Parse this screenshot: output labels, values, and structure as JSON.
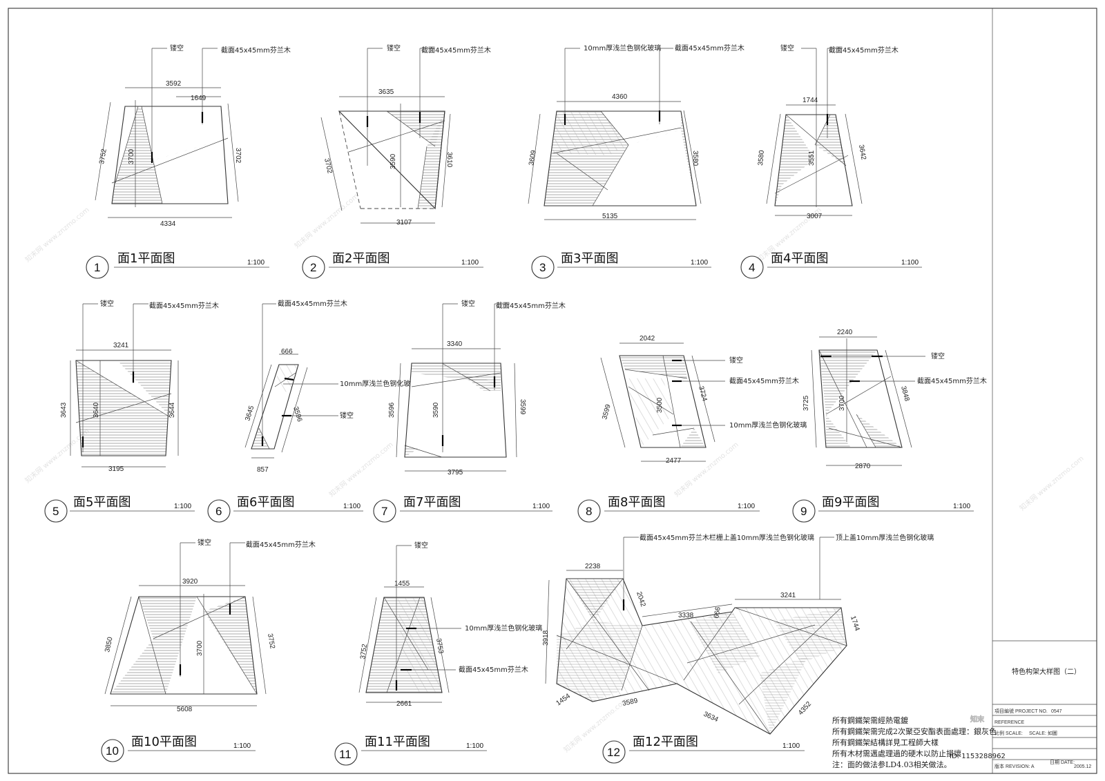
{
  "frame": {
    "title_block": {
      "drawing_title": "特色构架大样图（二）",
      "logo": "知末",
      "id_text": "ID: 1153288962",
      "project_label": "項目編號 PROJECT NO.",
      "project_no": "0547",
      "reference_label": "REFERENCE",
      "scale_label": "比例 SCALE:",
      "scale_value": "SCALE: 如圖",
      "revision_label": "版本 REVISION: A",
      "date_label": "日期 DATE:",
      "date_value": "2005.12"
    }
  },
  "panels": [
    {
      "num": "1",
      "title": "面1平面图",
      "scale": "1:100",
      "labels": [
        "镂空",
        "截面45x45mm芬兰木"
      ],
      "dims": [
        "3592",
        "1649",
        "3752",
        "3700",
        "3702",
        "4334"
      ]
    },
    {
      "num": "2",
      "title": "面2平面图",
      "scale": "1:100",
      "labels": [
        "镂空",
        "截面45x45mm芬兰木"
      ],
      "dims": [
        "3635",
        "3702",
        "3590",
        "3610",
        "3107"
      ]
    },
    {
      "num": "3",
      "title": "面3平面图",
      "scale": "1:100",
      "labels": [
        "10mm厚浅兰色钢化玻璃",
        "截面45x45mm芬兰木"
      ],
      "dims": [
        "4360",
        "3609",
        "3580",
        "5135"
      ]
    },
    {
      "num": "4",
      "title": "面4平面图",
      "scale": "1:100",
      "labels": [
        "镂空",
        "截面45x45mm芬兰木"
      ],
      "dims": [
        "1744",
        "3580",
        "3551",
        "3642",
        "3007"
      ]
    },
    {
      "num": "5",
      "title": "面5平面图",
      "scale": "1:100",
      "labels": [
        "镂空",
        "截面45x45mm芬兰木"
      ],
      "dims": [
        "3241",
        "3643",
        "3640",
        "3644",
        "3195"
      ]
    },
    {
      "num": "6",
      "title": "面6平面图",
      "scale": "1:100",
      "labels": [
        "截面45x45mm芬兰木",
        "10mm厚浅兰色钢化玻璃",
        "镂空"
      ],
      "dims": [
        "666",
        "3645",
        "3596",
        "857"
      ]
    },
    {
      "num": "7",
      "title": "面7平面图",
      "scale": "1:100",
      "labels": [
        "镂空",
        "截面45x45mm芬兰木"
      ],
      "dims": [
        "3340",
        "3596",
        "3590",
        "3599",
        "3795"
      ]
    },
    {
      "num": "8",
      "title": "面8平面图",
      "scale": "1:100",
      "labels": [
        "镂空",
        "截面45x45mm芬兰木",
        "10mm厚浅兰色钢化玻璃"
      ],
      "dims": [
        "2042",
        "3599",
        "3500",
        "3724",
        "2477"
      ]
    },
    {
      "num": "9",
      "title": "面9平面图",
      "scale": "1:100",
      "labels": [
        "镂空",
        "截面45x45mm芬兰木"
      ],
      "dims": [
        "2240",
        "3725",
        "3700",
        "3848",
        "2870"
      ]
    },
    {
      "num": "10",
      "title": "面10平面图",
      "scale": "1:100",
      "labels": [
        "镂空",
        "截面45x45mm芬兰木"
      ],
      "dims": [
        "3920",
        "3850",
        "3700",
        "3752",
        "5608"
      ]
    },
    {
      "num": "11",
      "title": "面11平面图",
      "scale": "1:100",
      "labels": [
        "镂空",
        "10mm厚浅兰色钢化玻璃",
        "截面45x45mm芬兰木"
      ],
      "dims": [
        "1455",
        "3752",
        "3753",
        "2661"
      ]
    },
    {
      "num": "12",
      "title": "面12平面图",
      "scale": "1:100",
      "labels": [
        "截面45x45mm芬兰木栏栅上盖10mm厚浅兰色钢化玻璃",
        "顶上盖10mm厚浅兰色钢化玻璃"
      ],
      "dims": [
        "2238",
        "2042",
        "3338",
        "666",
        "3241",
        "1744",
        "3918",
        "1454",
        "3589",
        "3634",
        "4352"
      ]
    }
  ],
  "general_notes": [
    "所有鋼鐵架需經熱電鍍",
    "所有鋼鐵架需完成2次聚亞安酯表面處理：銀灰色",
    "所有鋼鐵架結構詳見工程師大樣",
    "所有木材需邁處理過的硬木以防止損壞",
    "注：面的做法参LD4.03相关做法。"
  ],
  "watermark": "知末网 www.znzmo.com"
}
